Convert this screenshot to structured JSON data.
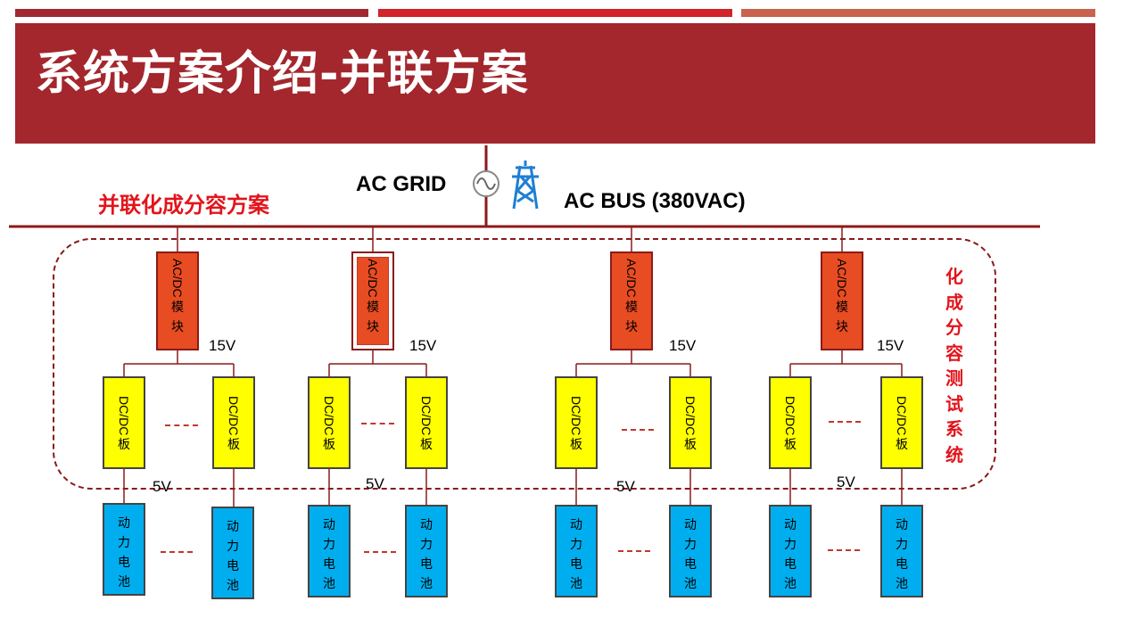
{
  "colors": {
    "bar_dark": "#a0292f",
    "bar_mid": "#d0232a",
    "bar_light": "#c9624f",
    "title_band": "#a3272d",
    "red_text": "#e3141b",
    "acdc_fill": "#e84c22",
    "dcdc_fill": "#ffff00",
    "battery_fill": "#00aeef",
    "line_red": "#8b1a1a",
    "pylon_blue": "#1e7fd3"
  },
  "title": "系统方案介绍-并联方案",
  "grid": {
    "ac_grid_label": "AC GRID",
    "ac_bus_label": "AC BUS (380VAC)",
    "scheme_label": "并联化成分容方案",
    "source_icon": "ac-source-icon",
    "pylon_icon": "power-pylon-icon"
  },
  "system_label_chars": [
    "化",
    "成",
    "分",
    "容",
    "测",
    "试",
    "系",
    "统"
  ],
  "groups": [
    {
      "acdc": {
        "latin": "AC/DC",
        "cjk": [
          "模",
          "块"
        ]
      },
      "voltage_in": "15V",
      "voltage_out": "5V",
      "dcdc": [
        {
          "latin": "DC/DC",
          "cjk": "板"
        },
        {
          "latin": "DC/DC",
          "cjk": "板"
        }
      ],
      "batteries": [
        [
          "动",
          "力",
          "电",
          "池"
        ],
        [
          "动",
          "力",
          "电",
          "池"
        ]
      ]
    },
    {
      "acdc": {
        "latin": "AC/DC",
        "cjk": [
          "模",
          "块"
        ]
      },
      "voltage_in": "15V",
      "voltage_out": "5V",
      "dcdc": [
        {
          "latin": "DC/DC",
          "cjk": "板"
        },
        {
          "latin": "DC/DC",
          "cjk": "板"
        }
      ],
      "batteries": [
        [
          "动",
          "力",
          "电",
          "池"
        ],
        [
          "动",
          "力",
          "电",
          "池"
        ]
      ]
    },
    {
      "acdc": {
        "latin": "AC/DC",
        "cjk": [
          "模",
          "块"
        ]
      },
      "voltage_in": "15V",
      "voltage_out": "5V",
      "dcdc": [
        {
          "latin": "DC/DC",
          "cjk": "板"
        },
        {
          "latin": "DC/DC",
          "cjk": "板"
        }
      ],
      "batteries": [
        [
          "动",
          "力",
          "电",
          "池"
        ],
        [
          "动",
          "力",
          "电",
          "池"
        ]
      ]
    },
    {
      "acdc": {
        "latin": "AC/DC",
        "cjk": [
          "模",
          "块"
        ]
      },
      "voltage_in": "15V",
      "voltage_out": "5V",
      "dcdc": [
        {
          "latin": "DC/DC",
          "cjk": "板"
        },
        {
          "latin": "DC/DC",
          "cjk": "板"
        }
      ],
      "batteries": [
        [
          "动",
          "力",
          "电",
          "池"
        ],
        [
          "动",
          "力",
          "电",
          "池"
        ]
      ]
    }
  ]
}
